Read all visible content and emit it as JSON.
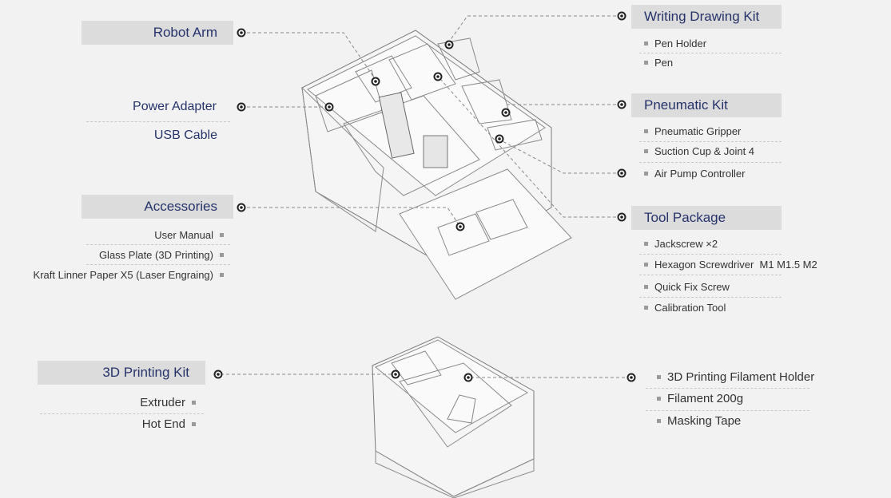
{
  "left": {
    "robot_arm": "Robot Arm",
    "power_adapter": "Power Adapter",
    "usb_cable": "USB Cable",
    "accessories": {
      "title": "Accessories",
      "items": [
        "User Manual",
        "Glass Plate (3D Printing)",
        "Kraft Linner Paper X5 (Laser Engraing)"
      ]
    },
    "printing_kit": {
      "title": "3D Printing Kit",
      "items": [
        "Extruder",
        "Hot End"
      ]
    }
  },
  "right": {
    "writing_kit": {
      "title": "Writing Drawing Kit",
      "items": [
        "Pen Holder",
        "Pen"
      ]
    },
    "pneumatic_kit": {
      "title": "Pneumatic Kit",
      "items": [
        "Pneumatic Gripper",
        "Suction Cup & Joint 4",
        "Air Pump Controller"
      ]
    },
    "tool_package": {
      "title": "Tool Package",
      "items": [
        "Jackscrew ×2",
        "Hexagon Screwdriver  M1 M1.5 M2",
        "Quick Fix Screw",
        "Calibration Tool"
      ]
    },
    "printing_parts": {
      "items": [
        "3D Printing Filament Holder",
        "Filament 200g",
        "Masking Tape"
      ]
    }
  },
  "colors": {
    "title_text": "#26336b",
    "header_bg": "#dcdcdc",
    "page_bg": "#f2f2f2"
  }
}
